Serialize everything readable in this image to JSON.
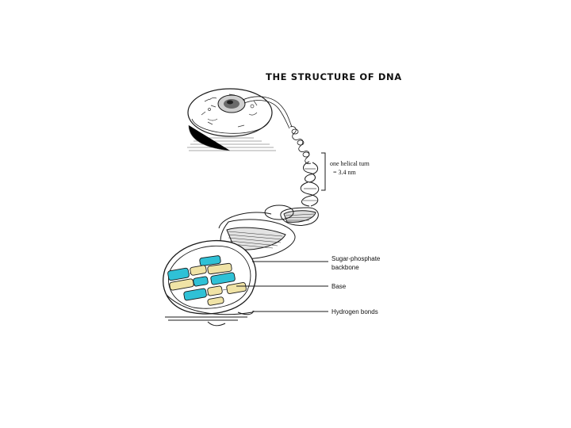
{
  "diagram": {
    "title": "THE STRUCTURE OF DNA",
    "labels": {
      "helical_turn_line1": "one helical turn",
      "helical_turn_line2": "= 3.4 nm",
      "backbone_line1": "Sugar-phosphate",
      "backbone_line2": "backbone",
      "base": "Base",
      "hydrogen_bonds": "Hydrogen bonds"
    },
    "colors": {
      "base_cyan": "#2fc1d6",
      "base_cream": "#f0e3a6",
      "ink": "#1a1a1a"
    }
  }
}
